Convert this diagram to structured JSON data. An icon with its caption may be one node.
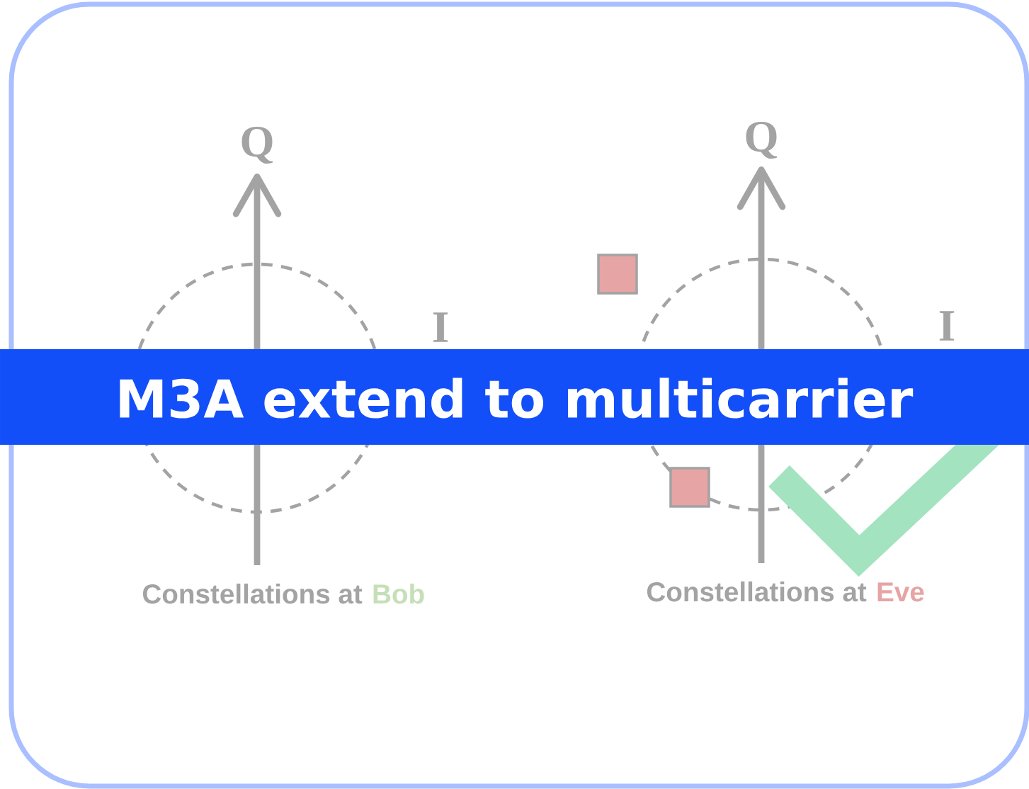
{
  "diagram": {
    "title": "M3A extend to multicarrier",
    "labels": [
      "Q",
      "I",
      "Constellations at",
      "Bob",
      "Q",
      "I",
      "Constellations at",
      "Eve"
    ]
  }
}
